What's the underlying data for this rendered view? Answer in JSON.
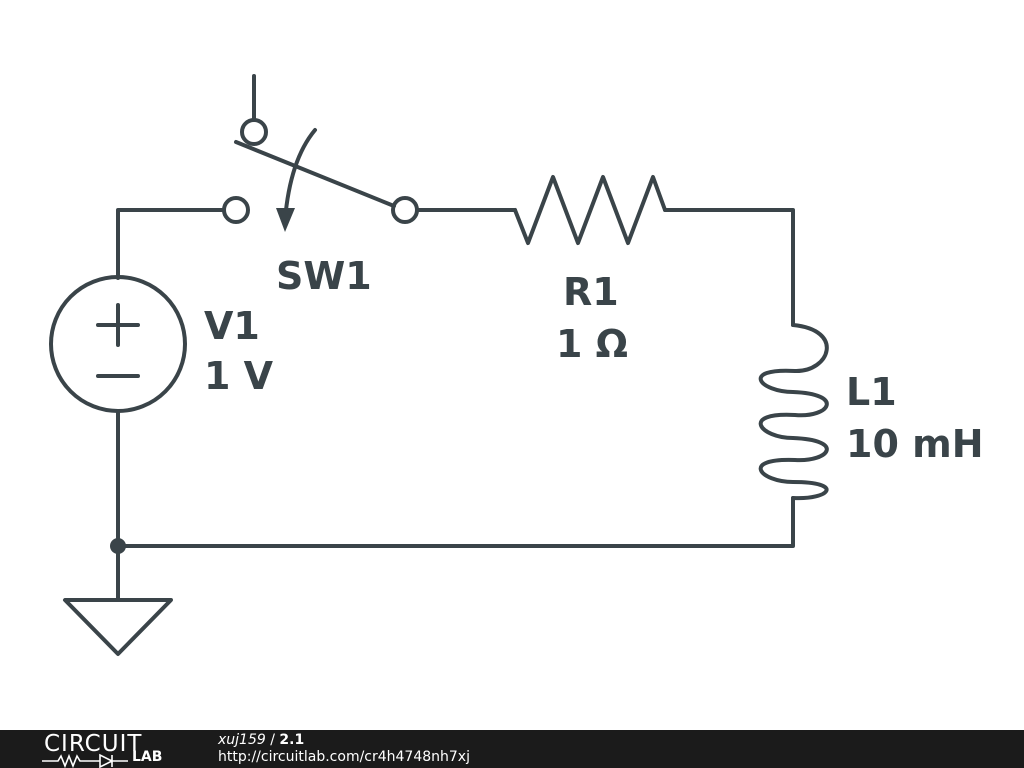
{
  "components": {
    "switch": {
      "name": "SW1"
    },
    "source": {
      "name": "V1",
      "value": "1 V",
      "plus_symbol": "+",
      "minus_symbol": "−"
    },
    "resistor": {
      "name": "R1",
      "value": "1 Ω"
    },
    "inductor": {
      "name": "L1",
      "value": "10 mH"
    }
  },
  "footer": {
    "logo_top": "CIRCUIT",
    "logo_bottom": "LAB",
    "author": "xuj159",
    "separator": " / ",
    "version": "2.1",
    "url": "http://circuitlab.com/cr4h4748nh7xj"
  },
  "colors": {
    "wire": "#3a4449",
    "footer_bg": "#1b1b1b",
    "background": "#ffffff"
  }
}
